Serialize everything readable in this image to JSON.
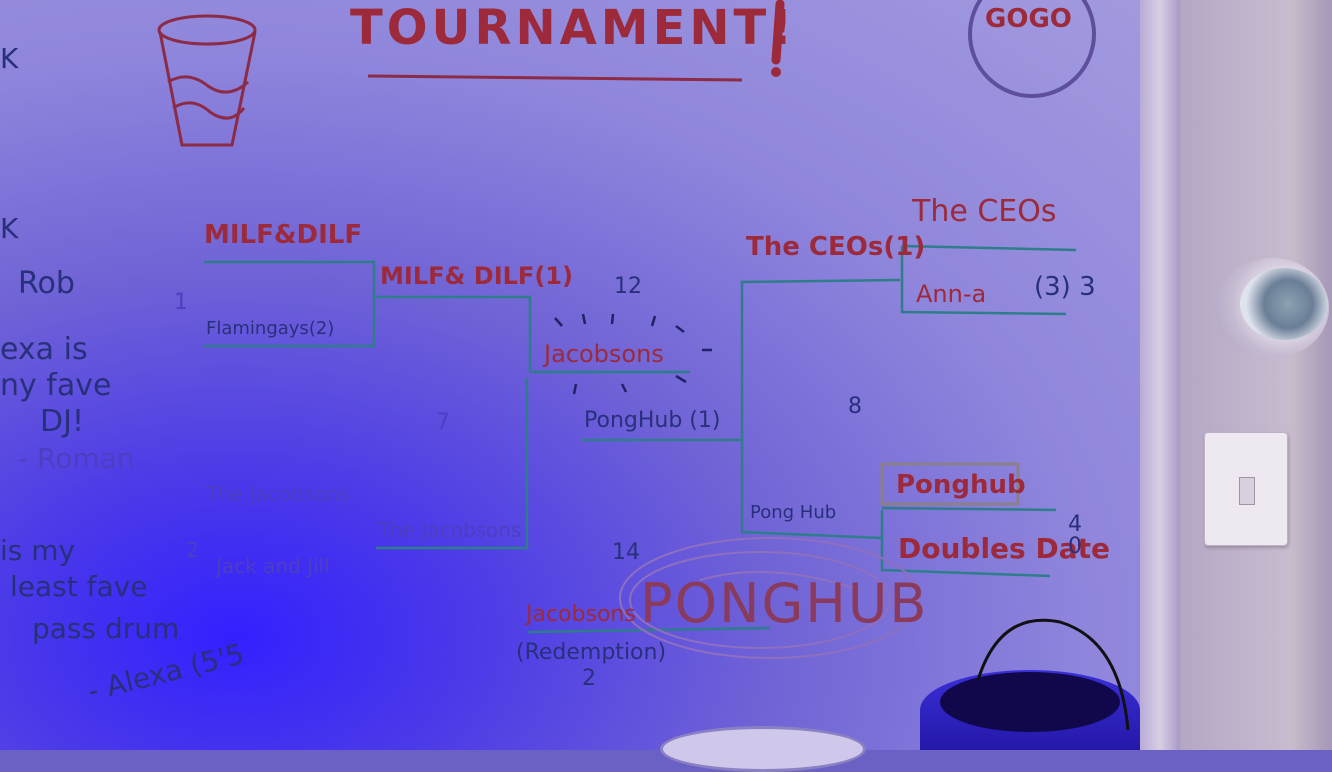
{
  "title": "TOURNAMENT!",
  "logo": "GOGO",
  "bracket": {
    "round1": {
      "milf_dilf": "MILF&DILF",
      "flamingays": "Flamingays(2)",
      "jacobsons": "The Jacobsons",
      "jack_jill": "Jack and Jill"
    },
    "round2": {
      "milf_dilf": "MILF& DILF(1)",
      "jacobsons": "The Jacobsons"
    },
    "round3": {
      "jacobsons": "Jacobsons",
      "ponghub": "PongHub (1)"
    },
    "right_side": {
      "ceos_semi": "The CEOs(1)",
      "ceos_top": "The CEOs",
      "anna": "Ann-a",
      "anna_score": "(3) 3",
      "ponghub_mid": "Pong Hub",
      "ponghub_right": "Ponghub",
      "doubles": "Doubles Date",
      "doubles_score": "4\n0"
    },
    "center": {
      "winner": "PONGHUB",
      "redemption_team": "Jacobsons",
      "redemption_label": "(Redemption)",
      "redemption_score": "2"
    },
    "numbers": {
      "n12": "12",
      "n1": "1",
      "n7": "7",
      "n8": "8",
      "n14": "14",
      "n2": "2"
    }
  },
  "left_notes": {
    "k1": "K",
    "k2": "K",
    "rob": "Rob",
    "note1_line1": "exa is",
    "note1_line2": "ny fave",
    "note1_line3": "DJ!",
    "note1_sign": "- Roman",
    "note2_line1": "is my",
    "note2_line2": "least fave",
    "note2_line3": "pass drum",
    "note2_sign": "- Alexa (5'5"
  },
  "colors": {
    "red_marker": "#9c2a3a",
    "blue_marker": "#28307c",
    "teal_lines": "#2f7d8b"
  }
}
